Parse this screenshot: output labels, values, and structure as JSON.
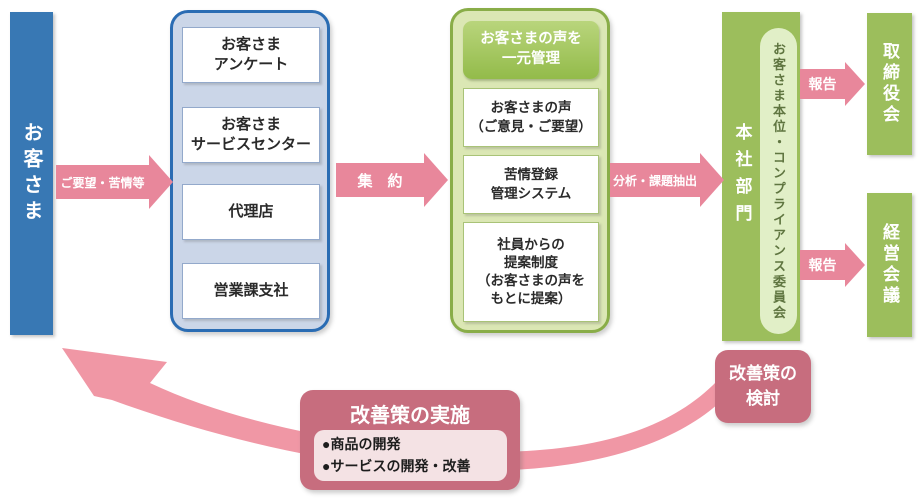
{
  "colors": {
    "customer_blue": "#3878b4",
    "blue_panel_fill": "#cbd6e8",
    "blue_panel_border": "#2a6cb3",
    "green_bar": "#9cbe5c",
    "green_panel_fill": "#dbe7b4",
    "green_panel_border": "#89ad48",
    "pill_fill": "#e1efc7",
    "pink_arrow": "#e8879b",
    "swoosh_pink": "#f097a5",
    "rose_box": "#c76d7e",
    "rose_inner": "#f4e2e4"
  },
  "customer": {
    "label": "お客さま"
  },
  "flow_arrows": {
    "requests": "ご要望・苦情等",
    "aggregate": "集　約",
    "analyze": "分析・課題抽出",
    "report_board": "報告",
    "report_management": "報告"
  },
  "channels": {
    "items": [
      "お客さま\nアンケート",
      "お客さま\nサービスセンター",
      "代理店",
      "営業課支社"
    ]
  },
  "voice_panel": {
    "header": "お客さまの声を\n一元管理",
    "items": [
      "お客さまの声\n（ご意見・ご要望）",
      "苦情登録\n管理システム",
      "社員からの\n提案制度\n（お客さまの声を\nもとに提案）"
    ]
  },
  "head_office": {
    "label": "本社部門",
    "committee": "お客さま本位・コンプライアンス委員会"
  },
  "governance": {
    "board": "取締役会",
    "management": "経営会議"
  },
  "improvement": {
    "review": "改善策の\n検討",
    "implement_title": "改善策の実施",
    "implement_items": [
      "●商品の開発",
      "●サービスの開発・改善"
    ]
  }
}
